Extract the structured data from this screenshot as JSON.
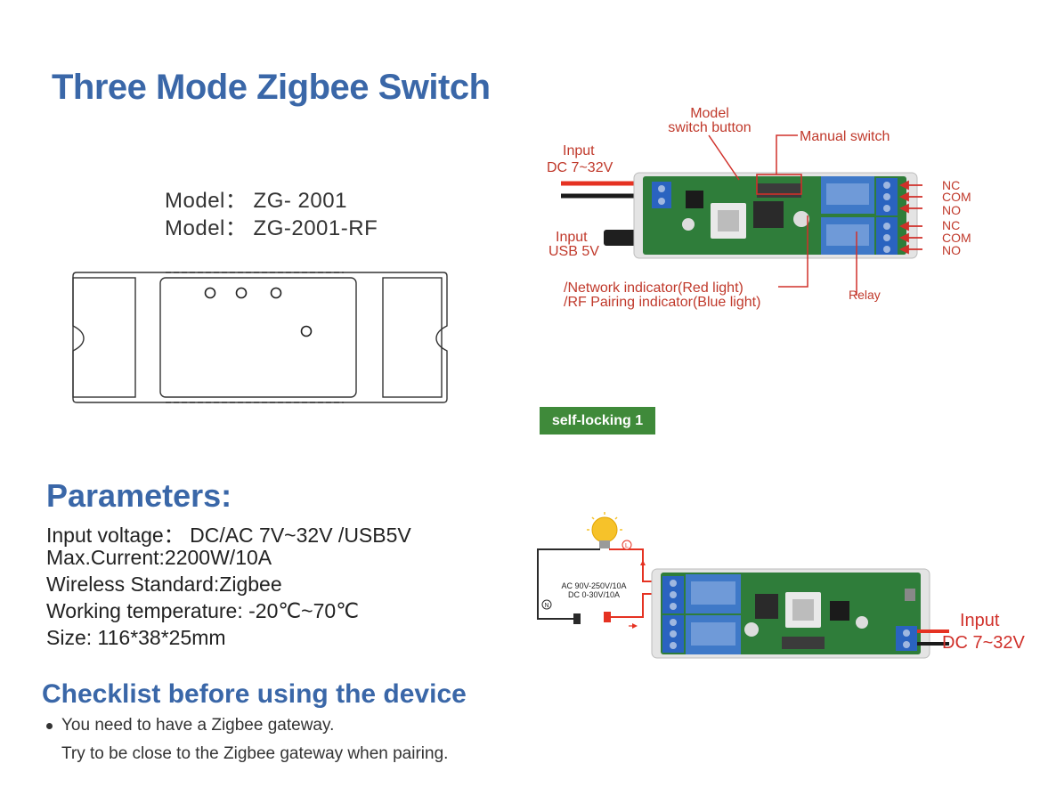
{
  "title": "Three Mode Zigbee Switch",
  "models": [
    "Model： ZG- 2001",
    "Model： ZG-2001-RF"
  ],
  "parameters": {
    "heading": "Parameters:",
    "items": [
      "Input voltage： DC/AC 7V~32V /USB5V",
      "Max.Current:2200W/10A",
      "Wireless Standard:Zigbee",
      "Working temperature: -20℃~70℃",
      "Size: 116*38*25mm"
    ]
  },
  "checklist": {
    "heading": "Checklist before using the device",
    "items": [
      "You need to have a Zigbee gateway.",
      "Try to be close to the Zigbee gateway when pairing."
    ]
  },
  "diagram_top": {
    "model_button_line1": "Model",
    "model_button_line2": "switch button",
    "manual_switch": "Manual switch",
    "input_dc_line1": "Input",
    "input_dc_line2": "DC 7~32V",
    "input_usb_line1": "Input",
    "input_usb_line2": "USB 5V",
    "indicator_line1": "/Network indicator(Red light)",
    "indicator_line2": "/RF Pairing indicator(Blue light)",
    "relay": "Relay",
    "terminals": [
      "NC",
      "COM",
      "NO",
      "NC",
      "COM",
      "NO"
    ]
  },
  "badge": "self-locking 1",
  "diagram_bottom": {
    "rating_line1": "AC 90V-250V/10A",
    "rating_line2": "DC 0-30V/10A",
    "live": "L",
    "neutral": "N",
    "input_line1": "Input",
    "input_line2": "DC 7~32V"
  },
  "colors": {
    "heading_blue": "#3a67a8",
    "label_red": "#c0392b",
    "badge_green": "#3f8a3a",
    "pcb_green": "#2f7d3a",
    "relay_blue": "#3f79c8",
    "terminal_blue": "#2a63c0"
  }
}
